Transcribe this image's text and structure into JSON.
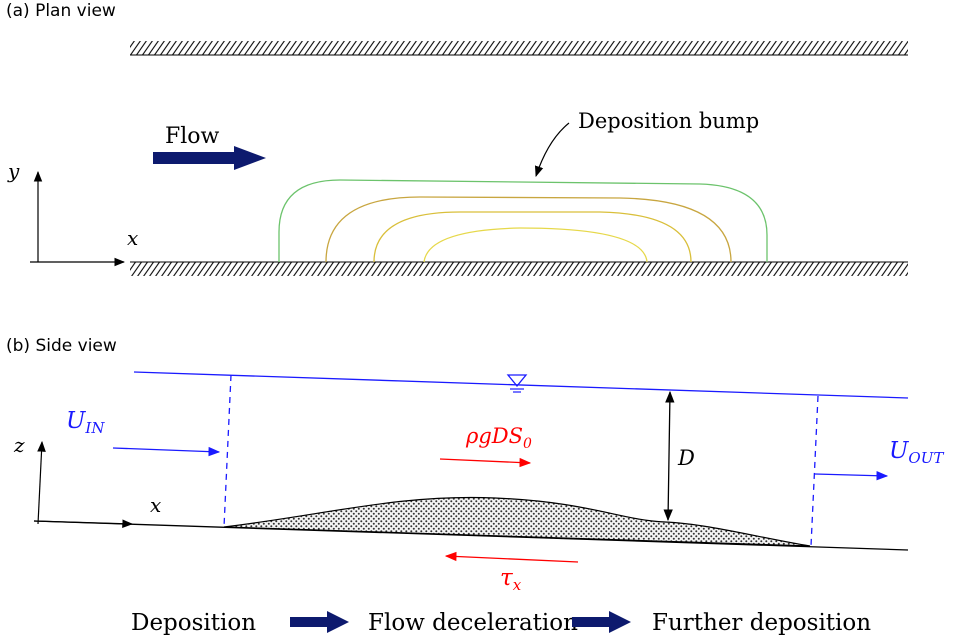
{
  "panel_a": {
    "title": "(a) Plan view",
    "flow_label": "Flow",
    "bump_label": "Deposition bump",
    "axis_y": "y",
    "axis_x": "x",
    "contour_colors": [
      "#6cc36c",
      "#c8a640",
      "#d9bf3a",
      "#e6d84a"
    ]
  },
  "panel_b": {
    "title": "(b) Side view",
    "u_in": "U",
    "u_in_sub": "IN",
    "u_out": "U",
    "u_out_sub": "OUT",
    "driving_force": "ρgDS",
    "driving_force_sub": "0",
    "depth": "D",
    "shear": "τ",
    "shear_sub": "x",
    "axis_z": "z",
    "axis_x": "x"
  },
  "chain": {
    "step1": "Deposition",
    "step2": "Flow deceleration",
    "step3": "Further deposition"
  },
  "colors": {
    "water": "#1a1aff",
    "force": "#ff0000",
    "big_arrow": "#0d1a6e",
    "ink": "#000000"
  }
}
